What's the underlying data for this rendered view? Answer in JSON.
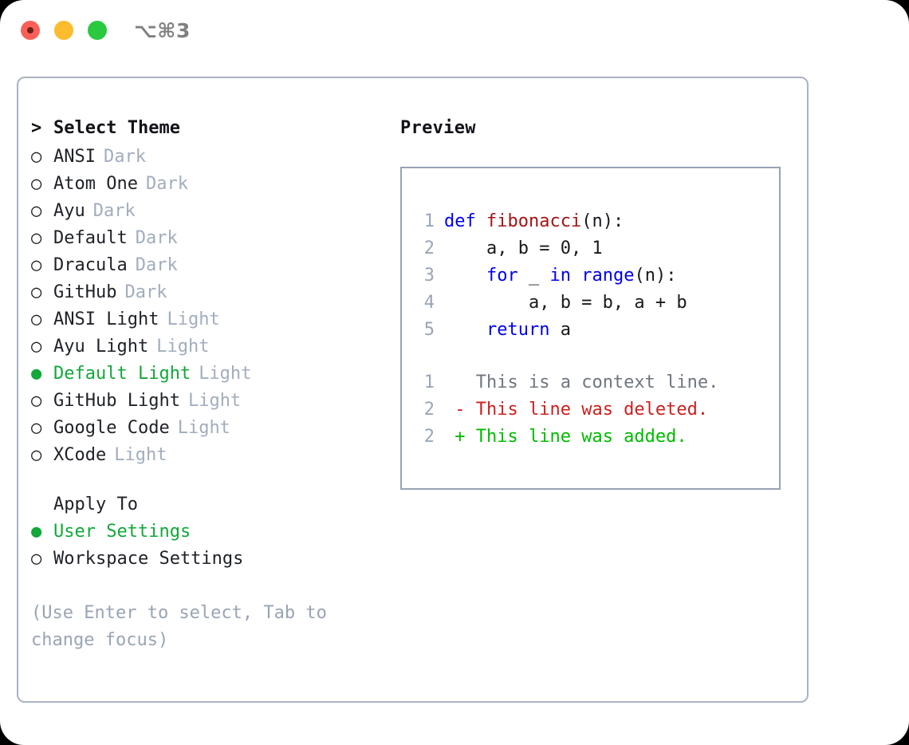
{
  "titlebar": {
    "shortcut": "⌥⌘3",
    "lights": [
      {
        "name": "close",
        "color": "#fb5f57"
      },
      {
        "name": "minimize",
        "color": "#fcbc2d"
      },
      {
        "name": "maximize",
        "color": "#2bc940"
      }
    ]
  },
  "theme_picker": {
    "prompt_marker": ">",
    "heading": "Select Theme",
    "radio_off": "○",
    "radio_on": "●",
    "items": [
      {
        "label": "ANSI",
        "badge": "Dark",
        "selected": false
      },
      {
        "label": "Atom One",
        "badge": "Dark",
        "selected": false
      },
      {
        "label": "Ayu",
        "badge": "Dark",
        "selected": false
      },
      {
        "label": "Default",
        "badge": "Dark",
        "selected": false
      },
      {
        "label": "Dracula",
        "badge": "Dark",
        "selected": false
      },
      {
        "label": "GitHub",
        "badge": "Dark",
        "selected": false
      },
      {
        "label": "ANSI Light",
        "badge": "Light",
        "selected": false
      },
      {
        "label": "Ayu Light",
        "badge": "Light",
        "selected": false
      },
      {
        "label": "Default Light",
        "badge": "Light",
        "selected": true
      },
      {
        "label": "GitHub Light",
        "badge": "Light",
        "selected": false
      },
      {
        "label": "Google Code",
        "badge": "Light",
        "selected": false
      },
      {
        "label": "XCode",
        "badge": "Light",
        "selected": false
      }
    ]
  },
  "apply_to": {
    "heading": "Apply To",
    "items": [
      {
        "label": "User Settings",
        "selected": true
      },
      {
        "label": "Workspace Settings",
        "selected": false
      }
    ]
  },
  "hint": "(Use Enter to select, Tab to change focus)",
  "preview": {
    "title": "Preview",
    "code_lines": [
      {
        "no": "1",
        "tokens": [
          {
            "t": "def ",
            "c": "kw"
          },
          {
            "t": "fibonacci",
            "c": "fn"
          },
          {
            "t": "(n):",
            "c": "plain"
          }
        ]
      },
      {
        "no": "2",
        "tokens": [
          {
            "t": "    a, b = 0, 1",
            "c": "plain"
          }
        ]
      },
      {
        "no": "3",
        "tokens": [
          {
            "t": "    ",
            "c": "plain"
          },
          {
            "t": "for",
            "c": "kw"
          },
          {
            "t": " _ ",
            "c": "plain"
          },
          {
            "t": "in",
            "c": "kw"
          },
          {
            "t": " ",
            "c": "plain"
          },
          {
            "t": "range",
            "c": "kw"
          },
          {
            "t": "(n):",
            "c": "plain"
          }
        ]
      },
      {
        "no": "4",
        "tokens": [
          {
            "t": "        a, b = b, a + b",
            "c": "plain"
          }
        ]
      },
      {
        "no": "5",
        "tokens": [
          {
            "t": "    ",
            "c": "plain"
          },
          {
            "t": "return",
            "c": "kw"
          },
          {
            "t": " a",
            "c": "plain"
          }
        ]
      }
    ],
    "diff_lines": [
      {
        "no": "1",
        "sign": " ",
        "sign_class": "sign-ctx",
        "text": "This is a context line.",
        "class": "ctx"
      },
      {
        "no": "2",
        "sign": "-",
        "sign_class": "sign-del",
        "text": "This line was deleted.",
        "class": "del"
      },
      {
        "no": "2",
        "sign": "+",
        "sign_class": "sign-add",
        "text": "This line was added.",
        "class": "add"
      }
    ]
  },
  "colors": {
    "accent_green": "#12a83a",
    "panel_border": "#aab4c2",
    "preview_border": "#97a3b5",
    "badge_gray": "#a2adbd",
    "hint_gray": "#99a4b4",
    "lineno_gray": "#9aa5b5",
    "keyword_blue": "#0000ee",
    "function_red": "#a31414",
    "diff_delete_red": "#cc2020",
    "diff_add_green": "#00bb00"
  }
}
